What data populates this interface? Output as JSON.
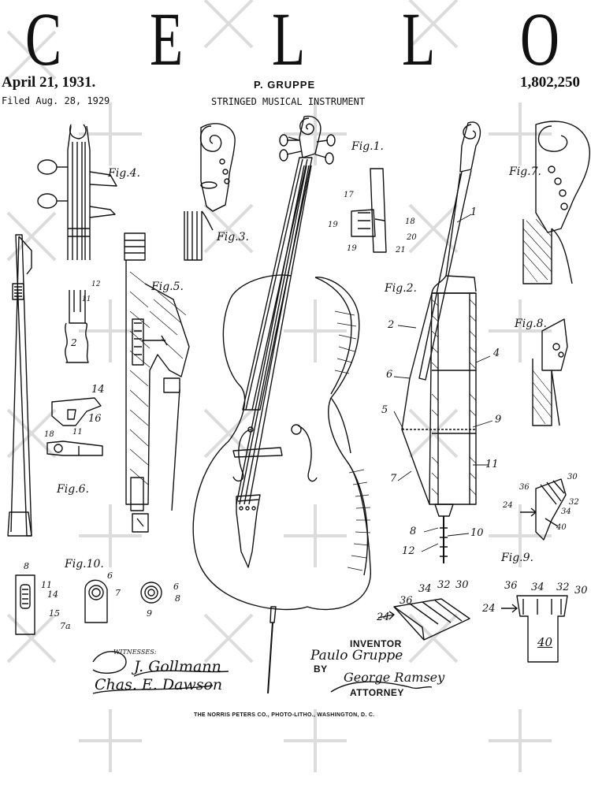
{
  "header": {
    "title_letters": [
      "C",
      "E",
      "L",
      "L",
      "O"
    ],
    "date": "April 21, 1931.",
    "filed": "Filed Aug. 28, 1929",
    "inventor_header": "P. GRUPPE",
    "subtitle": "STRINGED MUSICAL INSTRUMENT",
    "patent_number": "1,802,250"
  },
  "figures": {
    "fig1": "Fig.1.",
    "fig2": "Fig.2.",
    "fig3": "Fig.3.",
    "fig4": "Fig.4.",
    "fig5": "Fig.5.",
    "fig6": "Fig.6.",
    "fig7": "Fig.7.",
    "fig8": "Fig.8.",
    "fig9": "Fig.9.",
    "fig10": "Fig.10."
  },
  "callouts": {
    "n1": "1",
    "n2": "2",
    "n4": "4",
    "n5": "5",
    "n6": "6",
    "n7": "7",
    "n8": "8",
    "n9": "9",
    "n10": "10",
    "n11": "11",
    "n12": "12",
    "n17": "17",
    "n18": "18",
    "n19a": "19",
    "n19b": "19",
    "n20": "20",
    "n21": "21",
    "n24a": "24",
    "n24b": "24",
    "n24c": "24",
    "n30a": "30",
    "n30b": "30",
    "n30c": "30",
    "n32a": "32",
    "n32b": "32",
    "n32c": "32",
    "n34a": "34",
    "n34b": "34",
    "n34c": "34",
    "n36a": "36",
    "n36b": "36",
    "n36c": "36",
    "n40a": "40",
    "n40b": "40",
    "f6_14": "14",
    "f6_16": "16",
    "f6_18": "18",
    "f6_11": "11",
    "f6_12": "12",
    "f6_11b": "11",
    "f10_8": "8",
    "f10_11": "11",
    "f10_14": "14",
    "f10_15": "15",
    "f10_6a": "6",
    "f10_7": "7",
    "f10_7a": "7a",
    "f10_6b": "6",
    "f10_8b": "8",
    "f10_9": "9",
    "f2_2": "2",
    "f2_11": "11",
    "f2_12": "12"
  },
  "signatures": {
    "witnesses_label": "WITNESSES:",
    "witness1": "J. Gollmann",
    "witness2": "Chas. E. Dawson",
    "inventor_label": "INVENTOR",
    "inventor_name": "Paulo Gruppe",
    "by_label": "BY",
    "attorney_sig": "George Ramsey",
    "attorney_label": "ATTORNEY"
  },
  "footer": {
    "printer": "THE NORRIS PETERS CO., PHOTO-LITHO., WASHINGTON, D. C."
  },
  "colors": {
    "ink": "#111111",
    "paper": "#ffffff",
    "watermark": "#d9d9d9"
  }
}
